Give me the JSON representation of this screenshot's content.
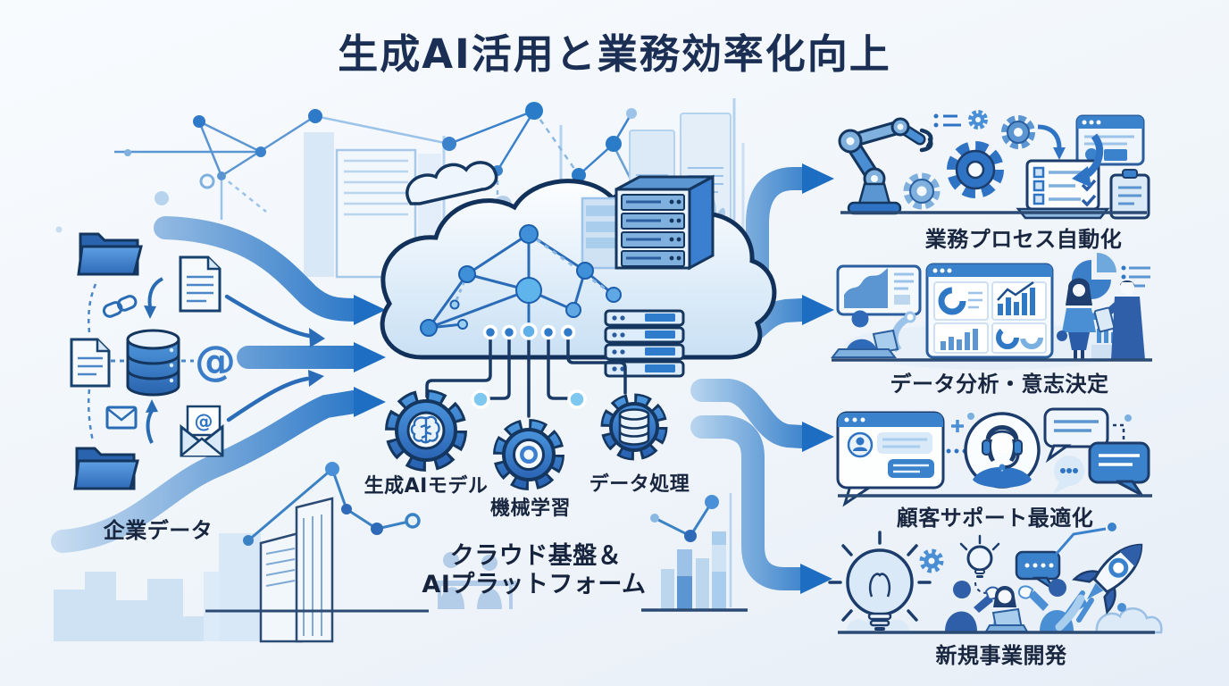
{
  "title": "生成AI活用と業務効率化向上",
  "source": {
    "label": "企業データ",
    "at_symbol": "@",
    "mail_at": "@",
    "icons": [
      "folder-icon",
      "document-icon",
      "link-icon",
      "database-icon",
      "at-symbol-icon",
      "envelope-icon",
      "open-mail-icon"
    ]
  },
  "platform": {
    "gears": [
      {
        "label": "生成AIモデル",
        "icon": "brain-gear-icon"
      },
      {
        "label": "機械学習",
        "icon": "machine-learning-gear-icon"
      },
      {
        "label": "データ処理",
        "icon": "database-gear-icon"
      }
    ],
    "caption": [
      "クラウド基盤＆",
      "AIプラットフォーム"
    ],
    "icons": [
      "cloud-icon",
      "neural-network-icon",
      "server-tower-icon",
      "server-stack-icon"
    ]
  },
  "flows": {
    "input_arrows": 3,
    "output_arrows": 4
  },
  "outcomes": [
    {
      "label": "業務プロセス自動化",
      "icons": [
        "robot-arm-icon",
        "gears-icon",
        "checklist-laptop-icon",
        "browser-window-icon",
        "clipboard-icon"
      ]
    },
    {
      "label": "データ分析・意志決定",
      "icons": [
        "chart-card-icon",
        "analyst-laptop-icon",
        "dashboard-icon",
        "pie-chart-icon",
        "discussion-people-icon"
      ]
    },
    {
      "label": "顧客サポート最適化",
      "icons": [
        "chat-window-icon",
        "support-agent-icon",
        "speech-bubbles-icon"
      ]
    },
    {
      "label": "新規事業開発",
      "icons": [
        "lightbulb-icon",
        "gear-icon",
        "team-brainstorm-icon",
        "chat-bubble-icon",
        "rocket-icon"
      ]
    }
  ],
  "colors": {
    "background": "#eef3f9",
    "title_text": "#1b2f55",
    "label_text": "#18263f",
    "accent_blue": "#2f78c8",
    "arrow_dark": "#1d6ec2",
    "arrow_light": "#bcd8f0",
    "outline_navy": "#16345e",
    "light_fill": "#e8f2fb"
  }
}
